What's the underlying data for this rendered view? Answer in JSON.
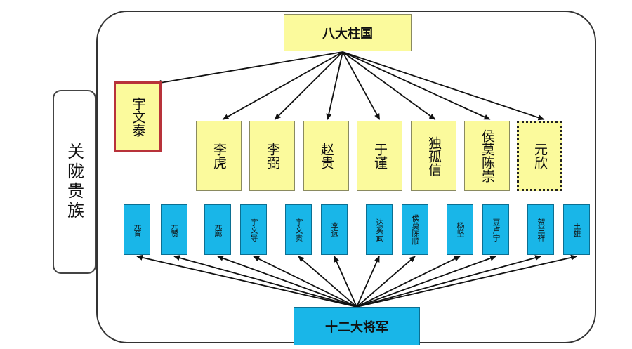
{
  "side_label": "关陇贵族",
  "top_title": "八大柱国",
  "bottom_title": "十二大将军",
  "pillar_leader": "宇文泰",
  "pillars": [
    "李虎",
    "李弼",
    "赵贵",
    "于谨",
    "独孤信",
    "侯莫陈崇",
    "元欣"
  ],
  "generals": [
    "元育",
    "元赞",
    "元廓",
    "宇文导",
    "宇文贵",
    "李远",
    "达奚武",
    "侯莫陈顺",
    "杨坚",
    "豆卢宁",
    "贺兰祥",
    "王雄"
  ],
  "colors": {
    "yellow": "#fbfa9c",
    "blue": "#19b6e8",
    "leader_border": "#b8323a"
  }
}
